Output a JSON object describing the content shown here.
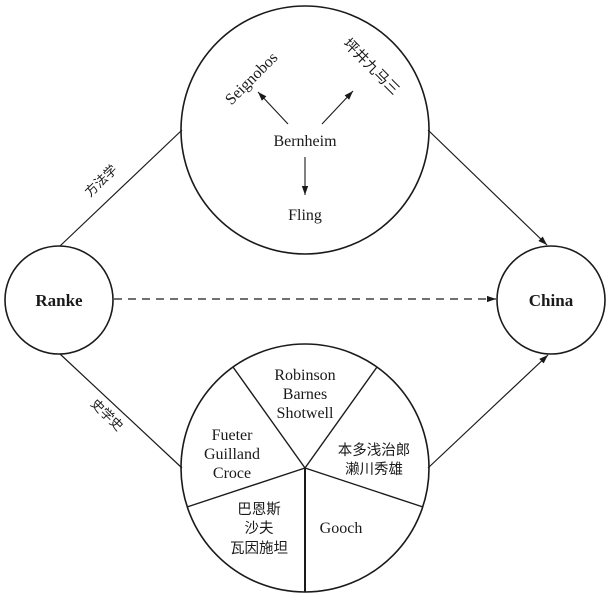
{
  "nodes": {
    "ranke": {
      "label": "Ranke"
    },
    "china": {
      "label": "China"
    }
  },
  "edge_labels": {
    "methodology": "方法学",
    "historiography": "史学史"
  },
  "methodology_circle": {
    "center": "Bernheim",
    "upper_left": "Seignobos",
    "upper_right": "坪井九马三",
    "below": "Fling"
  },
  "historiography_circle": {
    "sectors": [
      {
        "lines": [
          "Robinson",
          "Barnes",
          "Shotwell"
        ]
      },
      {
        "lines": [
          "本多浅治郎",
          "濑川秀雄"
        ]
      },
      {
        "lines": [
          "Gooch"
        ]
      },
      {
        "lines": [
          "巴恩斯",
          "沙夫",
          "瓦因施坦"
        ]
      },
      {
        "lines": [
          "Fueter",
          "Guilland",
          "Croce"
        ]
      }
    ]
  },
  "colors": {
    "ink": "#1a1a1a",
    "background": "#ffffff"
  }
}
